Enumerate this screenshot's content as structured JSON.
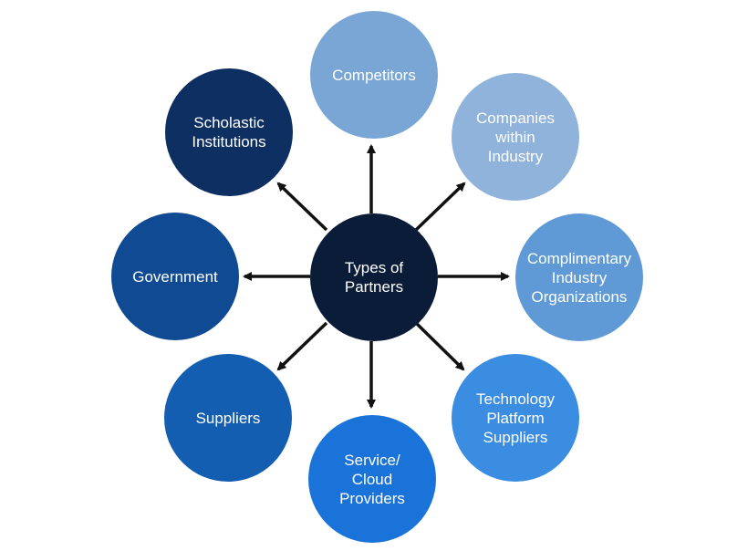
{
  "center": {
    "label": "Types of\nPartners",
    "color": "#0b1c38"
  },
  "partners": [
    {
      "key": "competitors",
      "label": "Competitors",
      "color": "#7aa6d6"
    },
    {
      "key": "companies",
      "label": "Companies\nwithin\nIndustry",
      "color": "#8fb3da"
    },
    {
      "key": "complimentary",
      "label": "Complimentary\nIndustry\nOrganizations",
      "color": "#5f9ad6"
    },
    {
      "key": "technology",
      "label": "Technology\nPlatform\nSuppliers",
      "color": "#3a8de0"
    },
    {
      "key": "service",
      "label": "Service/\nCloud\nProviders",
      "color": "#1a73d9"
    },
    {
      "key": "suppliers",
      "label": "Suppliers",
      "color": "#135eb0"
    },
    {
      "key": "government",
      "label": "Government",
      "color": "#0f4a92"
    },
    {
      "key": "scholastic",
      "label": "Scholastic\nInstitutions",
      "color": "#0e2f62"
    }
  ],
  "arrow_color": "#111111"
}
